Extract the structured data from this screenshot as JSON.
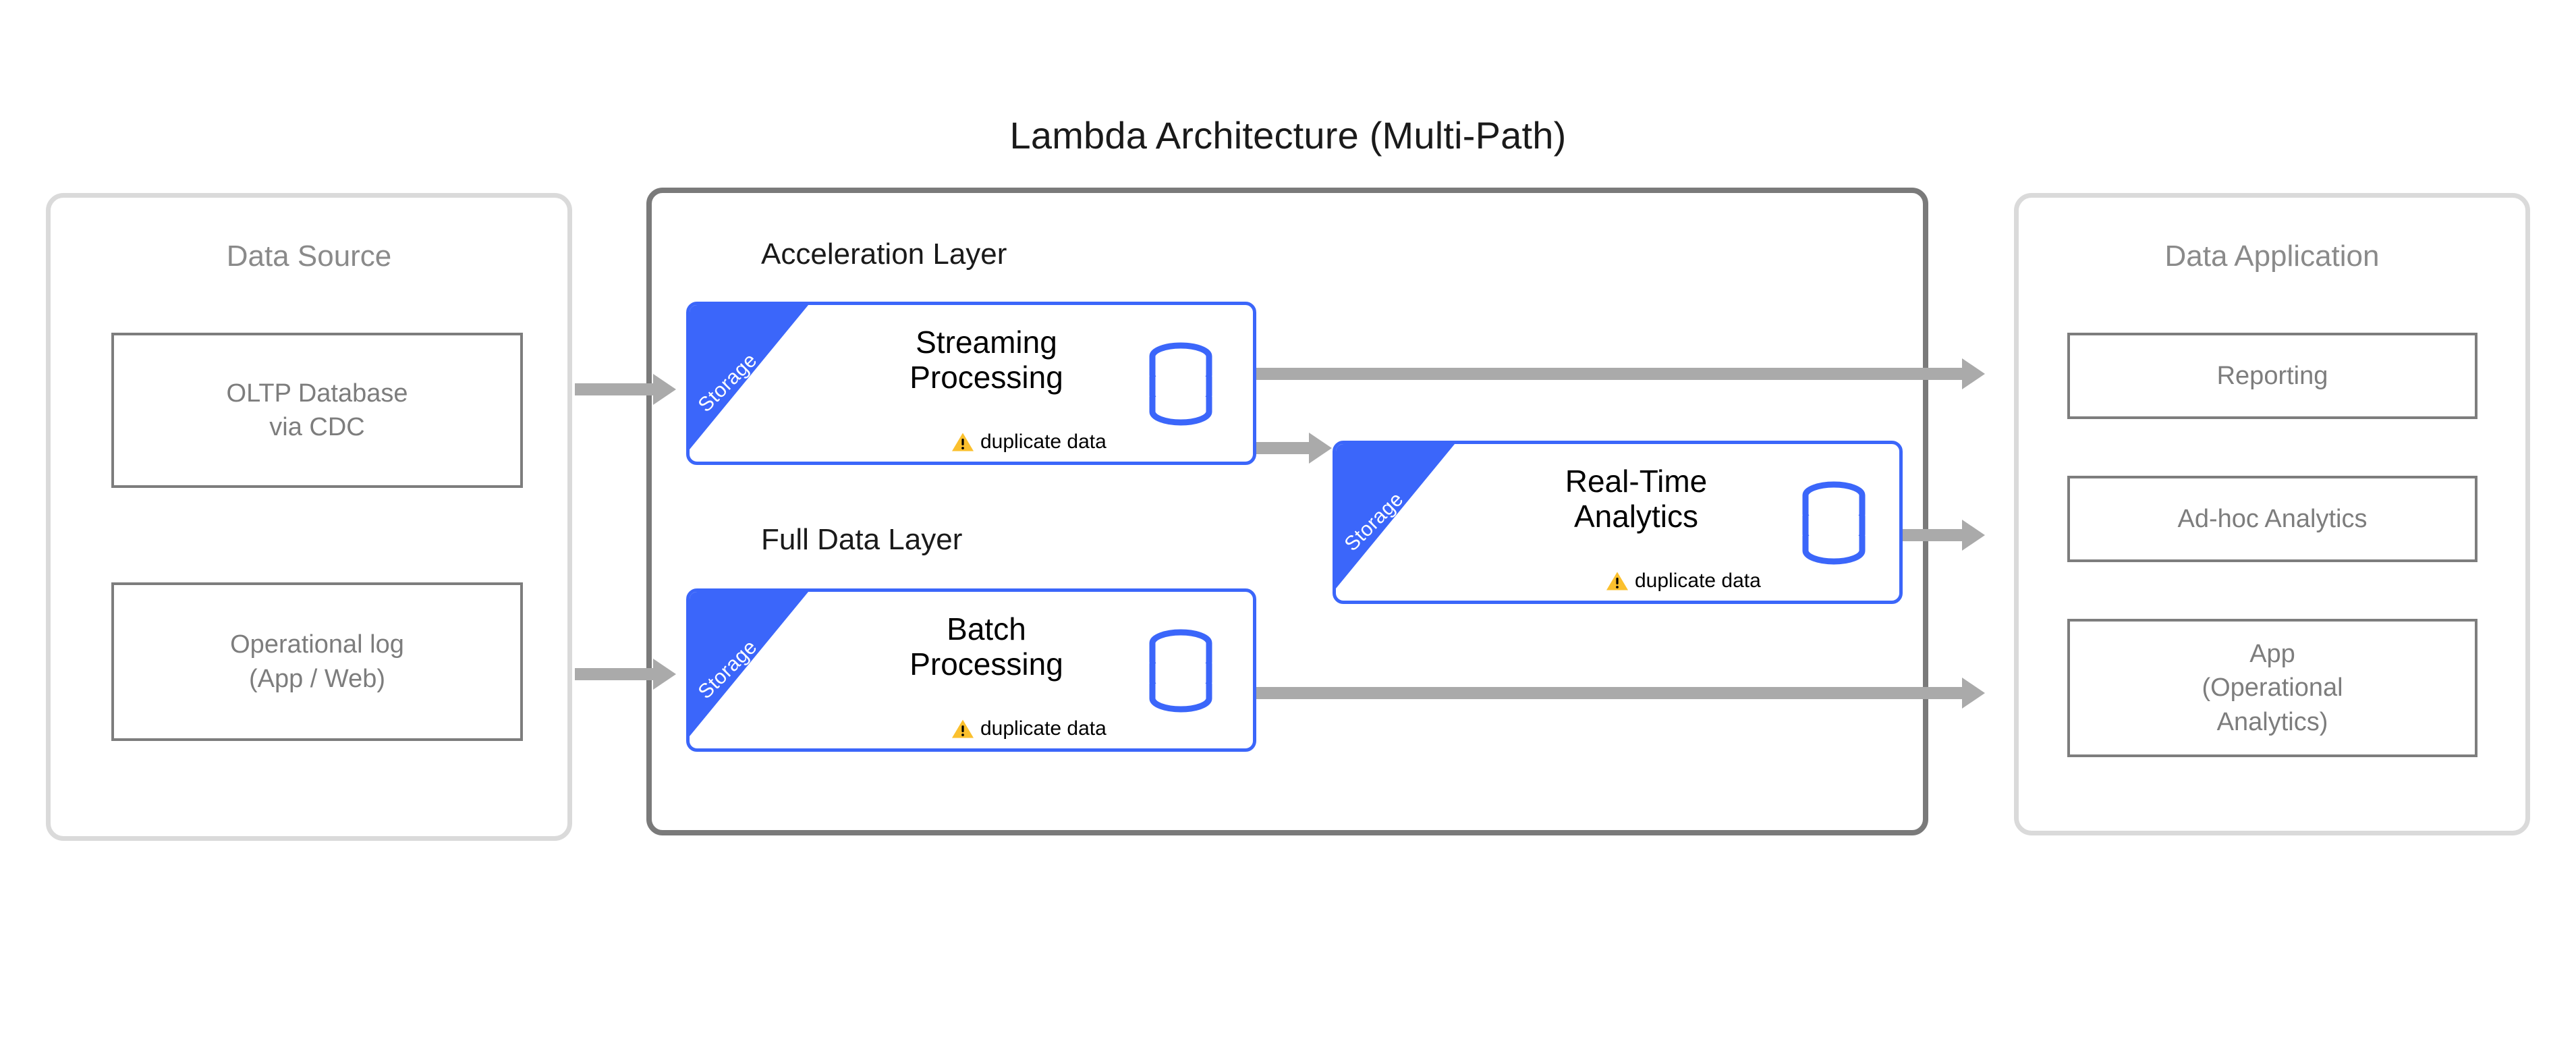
{
  "title": "Lambda Architecture (Multi-Path)",
  "colors": {
    "accent_blue": "#3B66FA",
    "panel_border": "#DADADA",
    "box_border": "#7D7D7D",
    "processing_border": "#7A7A7A",
    "arrow": "#AAAAAA",
    "warning_yellow": "#FBC02D",
    "muted_text": "#8A8A8A",
    "text": "#1A1A1A"
  },
  "data_source": {
    "title": "Data Source",
    "items": [
      {
        "label": "OLTP Database\nvia CDC"
      },
      {
        "label": "Operational log\n(App / Web)"
      }
    ]
  },
  "processing": {
    "layers": [
      {
        "label": "Acceleration Layer"
      },
      {
        "label": "Full Data Layer"
      }
    ],
    "cards": [
      {
        "id": "streaming-processing",
        "ribbon": "Storage",
        "title": "Streaming\nProcessing",
        "warning": "duplicate data",
        "warning_icon": "warning-triangle-icon",
        "storage_icon": "database-cylinder-icon"
      },
      {
        "id": "batch-processing",
        "ribbon": "Storage",
        "title": "Batch\nProcessing",
        "warning": "duplicate data",
        "warning_icon": "warning-triangle-icon",
        "storage_icon": "database-cylinder-icon"
      },
      {
        "id": "real-time-analytics",
        "ribbon": "Storage",
        "title": "Real-Time\nAnalytics",
        "warning": "duplicate data",
        "warning_icon": "warning-triangle-icon",
        "storage_icon": "database-cylinder-icon"
      }
    ]
  },
  "data_application": {
    "title": "Data Application",
    "items": [
      {
        "label": "Reporting"
      },
      {
        "label": "Ad-hoc Analytics"
      },
      {
        "label": "App\n(Operational\nAnalytics)"
      }
    ]
  },
  "connectors": [
    {
      "id": "oltp-to-streaming"
    },
    {
      "id": "oplog-to-batch"
    },
    {
      "id": "streaming-to-realtime"
    },
    {
      "id": "streaming-to-reporting"
    },
    {
      "id": "realtime-to-adhoc"
    },
    {
      "id": "batch-to-app"
    }
  ]
}
